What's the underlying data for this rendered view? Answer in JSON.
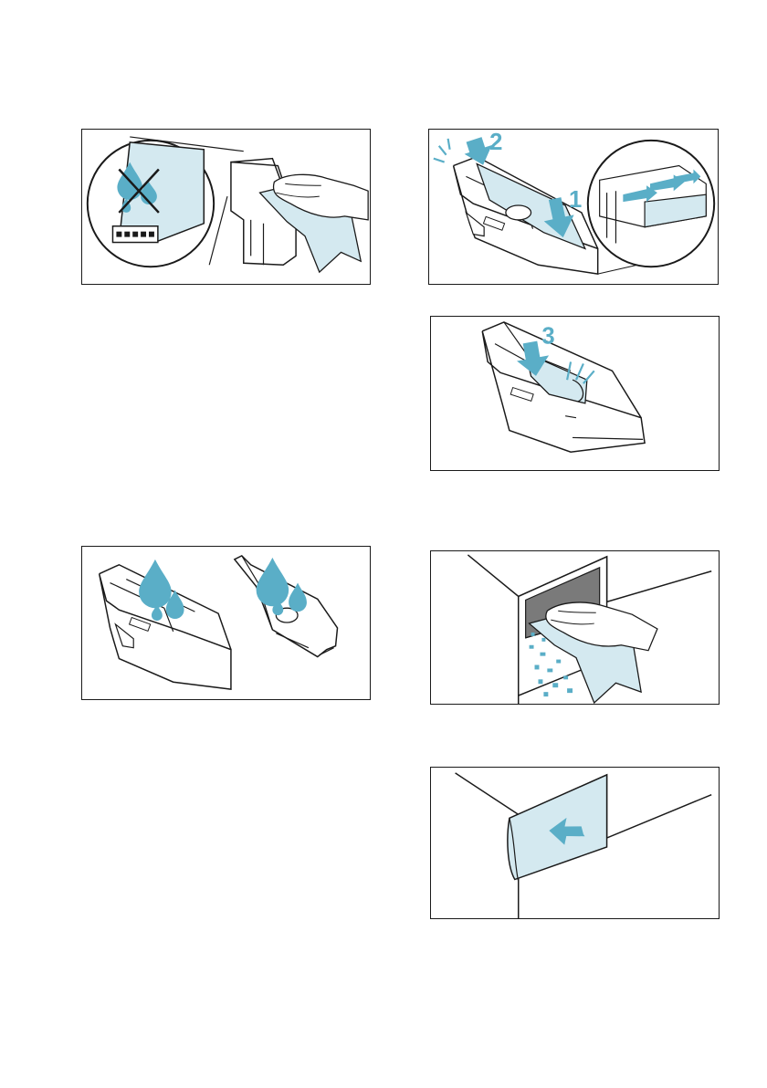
{
  "colors": {
    "accent": "#5aaec7",
    "light_fill": "#d4e9f0",
    "line": "#1a1a1a"
  },
  "figures": [
    {
      "id": "fig-1",
      "icon": "wipe-drawer-housing",
      "step_labels": []
    },
    {
      "id": "fig-2",
      "icon": "remove-insert",
      "step_labels": [
        "2",
        "1"
      ]
    },
    {
      "id": "fig-3",
      "icon": "press-insert",
      "step_labels": [
        "3"
      ]
    },
    {
      "id": "fig-4",
      "icon": "rinse-drawer",
      "step_labels": []
    },
    {
      "id": "fig-5",
      "icon": "wipe-drawer-recess",
      "step_labels": []
    },
    {
      "id": "fig-6",
      "icon": "push-drawer-in",
      "step_labels": []
    }
  ]
}
